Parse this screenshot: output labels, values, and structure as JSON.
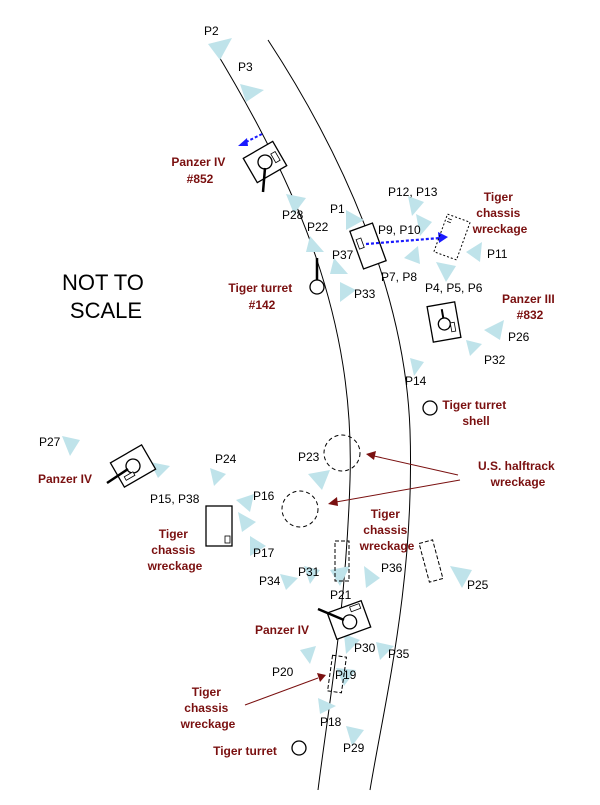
{
  "colors": {
    "label": "#7a1010",
    "arrow": "#7a1010",
    "photo_marker": "#bfe3ea",
    "movement_arrow": "#1a1aff",
    "outline": "#000000"
  },
  "scale_note": [
    "NOT TO",
    "SCALE"
  ],
  "positions": [
    {
      "id": "p2",
      "text": "P2"
    },
    {
      "id": "p3",
      "text": "P3"
    },
    {
      "id": "p28",
      "text": "P28"
    },
    {
      "id": "p1",
      "text": "P1"
    },
    {
      "id": "p22",
      "text": "P22"
    },
    {
      "id": "p37",
      "text": "P37"
    },
    {
      "id": "p33",
      "text": "P33"
    },
    {
      "id": "p9p10",
      "text": "P9, P10"
    },
    {
      "id": "p12p13",
      "text": "P12, P13"
    },
    {
      "id": "p11",
      "text": "P11"
    },
    {
      "id": "p7p8",
      "text": "P7, P8"
    },
    {
      "id": "p4p5p6",
      "text": "P4, P5, P6"
    },
    {
      "id": "p26",
      "text": "P26"
    },
    {
      "id": "p32",
      "text": "P32"
    },
    {
      "id": "p14",
      "text": "P14"
    },
    {
      "id": "p27",
      "text": "P27"
    },
    {
      "id": "p24",
      "text": "P24"
    },
    {
      "id": "p23",
      "text": "P23"
    },
    {
      "id": "p15p38",
      "text": "P15, P38"
    },
    {
      "id": "p16",
      "text": "P16"
    },
    {
      "id": "p17",
      "text": "P17"
    },
    {
      "id": "p34",
      "text": "P34"
    },
    {
      "id": "p31",
      "text": "P31"
    },
    {
      "id": "p36",
      "text": "P36"
    },
    {
      "id": "p25",
      "text": "P25"
    },
    {
      "id": "p21",
      "text": "P21"
    },
    {
      "id": "p30",
      "text": "P30"
    },
    {
      "id": "p35",
      "text": "P35"
    },
    {
      "id": "p20",
      "text": "P20"
    },
    {
      "id": "p19",
      "text": "P19"
    },
    {
      "id": "p18",
      "text": "P18"
    },
    {
      "id": "p29",
      "text": "P29"
    }
  ],
  "labels": {
    "panzer_iv_852": [
      "Panzer IV",
      "#852"
    ],
    "tiger_chassis_top": [
      "Tiger",
      "chassis",
      "wreckage"
    ],
    "tiger_turret_142": [
      "Tiger turret",
      "#142"
    ],
    "panzer_iii_832": [
      "Panzer III",
      "#832"
    ],
    "tiger_turret_shell": [
      "Tiger turret",
      "shell"
    ],
    "us_halftrack": [
      "U.S. halftrack",
      "wreckage"
    ],
    "panzer_iv_left": [
      "Panzer IV"
    ],
    "tiger_chassis_left": [
      "Tiger",
      "chassis",
      "wreckage"
    ],
    "tiger_chassis_mid": [
      "Tiger",
      "chassis",
      "wreckage"
    ],
    "panzer_iv_bottom": [
      "Panzer IV"
    ],
    "tiger_chassis_bottom": [
      "Tiger",
      "chassis",
      "wreckage"
    ],
    "tiger_turret_bottom": [
      "Tiger turret"
    ]
  }
}
